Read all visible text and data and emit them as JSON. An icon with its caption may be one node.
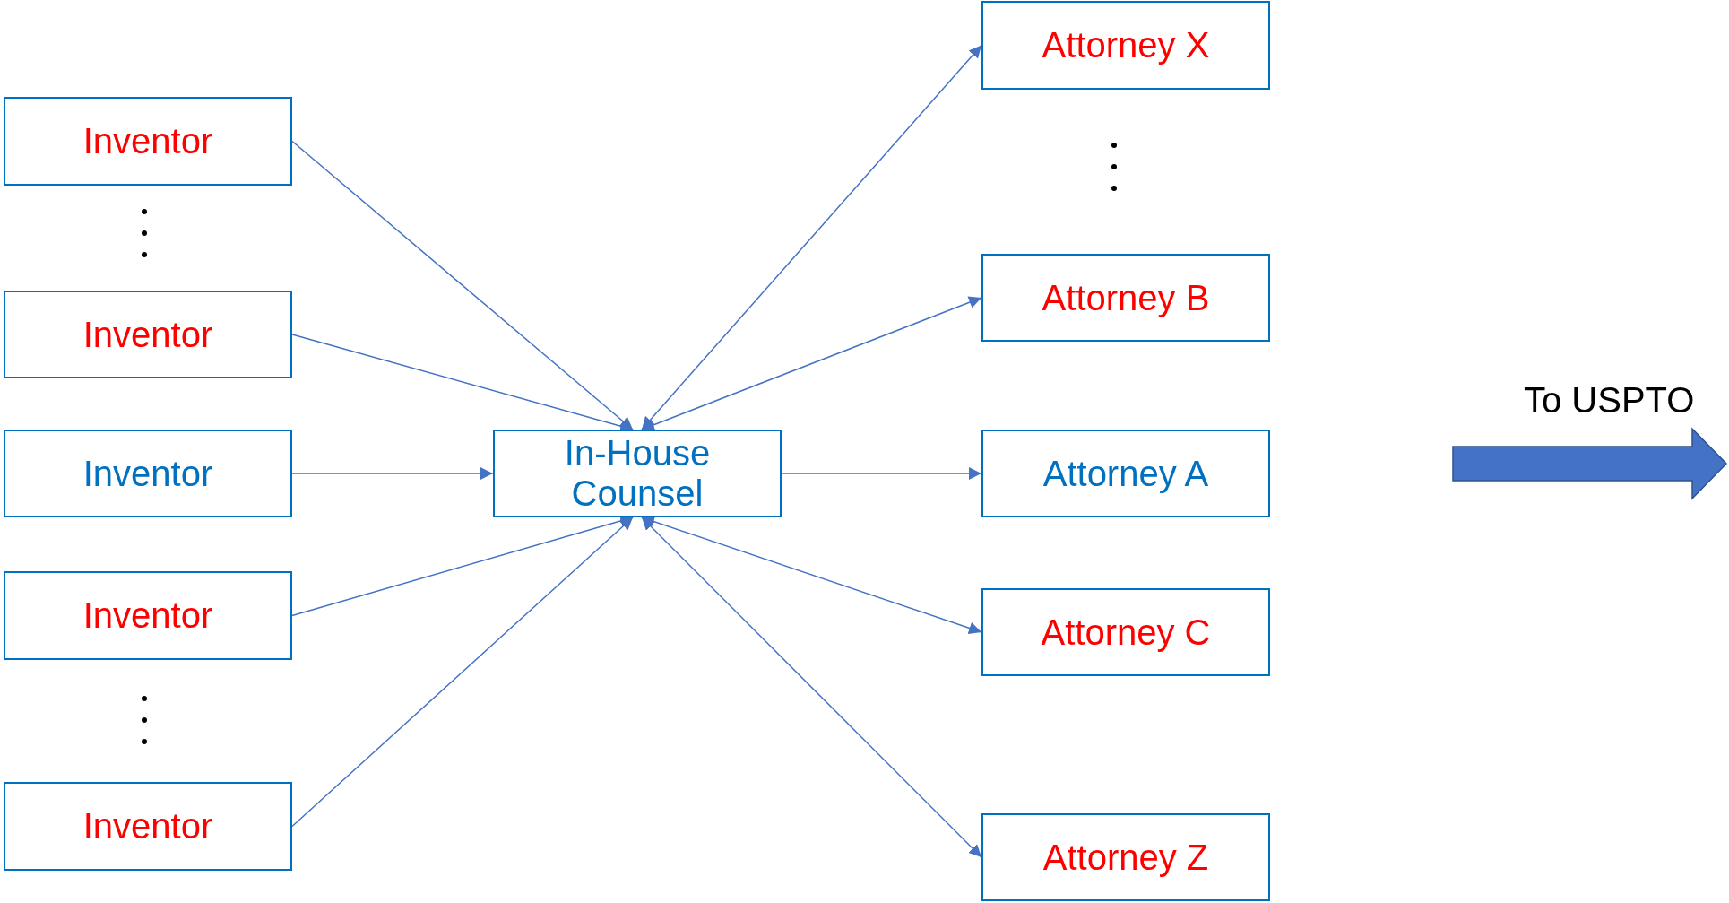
{
  "diagram": {
    "nodes": [
      {
        "text": [
          "Inventor"
        ]
      },
      {
        "text": [
          "Inventor"
        ]
      },
      {
        "text": [
          "Inventor"
        ]
      },
      {
        "text": [
          "Inventor"
        ]
      },
      {
        "text": [
          "Inventor"
        ]
      },
      {
        "text": [
          "In-House Counsel"
        ]
      },
      {
        "text": [
          "Attorney X"
        ]
      },
      {
        "text": [
          "Attorney B"
        ]
      },
      {
        "text": [
          "Attorney A"
        ]
      },
      {
        "text": [
          "Attorney C"
        ]
      },
      {
        "text": [
          "Attorney Z"
        ]
      }
    ],
    "edges": [
      {
        "from": 0,
        "to": 5,
        "arrow": "to"
      },
      {
        "from": 1,
        "to": 5,
        "arrow": "to"
      },
      {
        "from": 2,
        "to": 5,
        "arrow": "to"
      },
      {
        "from": 3,
        "to": 5,
        "arrow": "to"
      },
      {
        "from": 4,
        "to": 5,
        "arrow": "to"
      },
      {
        "from": 5,
        "to": 6,
        "arrow": "both"
      },
      {
        "from": 5,
        "to": 7,
        "arrow": "both"
      },
      {
        "from": 5,
        "to": 8,
        "arrow": "to"
      },
      {
        "from": 5,
        "to": 9,
        "arrow": "both"
      },
      {
        "from": 5,
        "to": 10,
        "arrow": "both"
      }
    ],
    "labels": [
      "To USPTO"
    ]
  }
}
